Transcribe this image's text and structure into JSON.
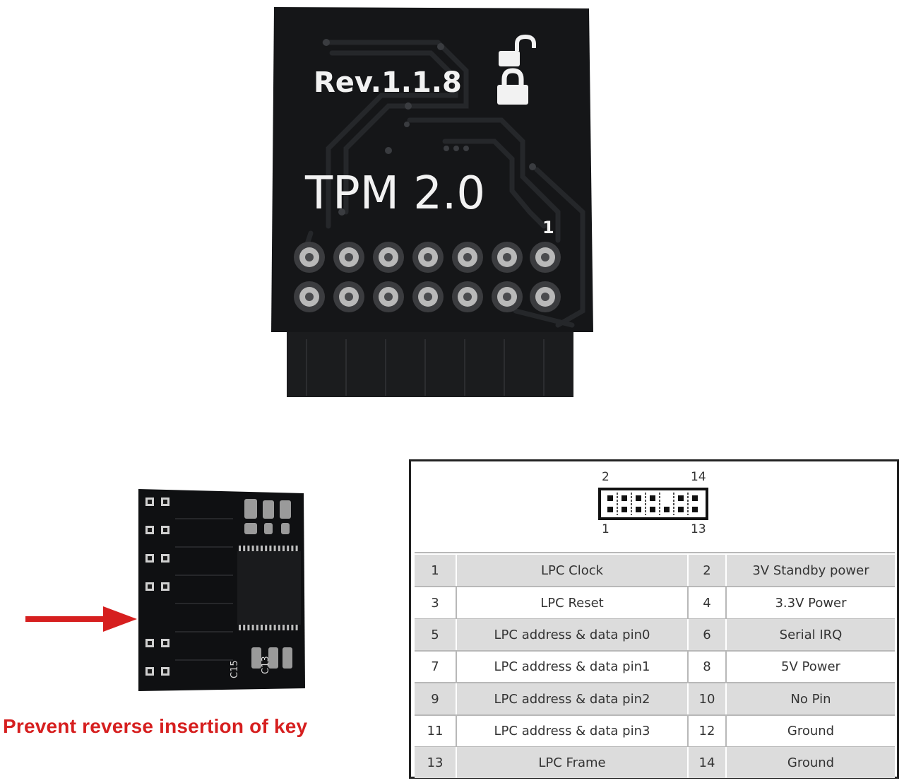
{
  "board": {
    "revision": "Rev.1.1.8",
    "title": "TPM 2.0",
    "pin1_marker": "1"
  },
  "caption": {
    "text": "Prevent reverse insertion of key",
    "color": "#d61f1f"
  },
  "connector": {
    "top_left": "2",
    "top_right": "14",
    "bottom_left": "1",
    "bottom_right": "13"
  },
  "pin_table": [
    {
      "pin_a": "1",
      "signal_a": "LPC Clock",
      "pin_b": "2",
      "signal_b": "3V Standby power"
    },
    {
      "pin_a": "3",
      "signal_a": "LPC Reset",
      "pin_b": "4",
      "signal_b": "3.3V Power"
    },
    {
      "pin_a": "5",
      "signal_a": "LPC address & data pin0",
      "pin_b": "6",
      "signal_b": "Serial IRQ"
    },
    {
      "pin_a": "7",
      "signal_a": "LPC address & data pin1",
      "pin_b": "8",
      "signal_b": "5V Power"
    },
    {
      "pin_a": "9",
      "signal_a": "LPC address & data pin2",
      "pin_b": "10",
      "signal_b": "No Pin"
    },
    {
      "pin_a": "11",
      "signal_a": "LPC address & data pin3",
      "pin_b": "12",
      "signal_b": "Ground"
    },
    {
      "pin_a": "13",
      "signal_a": "LPC Frame",
      "pin_b": "14",
      "signal_b": "Ground"
    }
  ],
  "module_labels": {
    "c15": "C15",
    "c13": "C13"
  },
  "colors": {
    "pcb": "#151618",
    "silkscreen": "#f2f2f2",
    "arrow": "#d61f1f",
    "row_shade": "#dcdcdc"
  }
}
